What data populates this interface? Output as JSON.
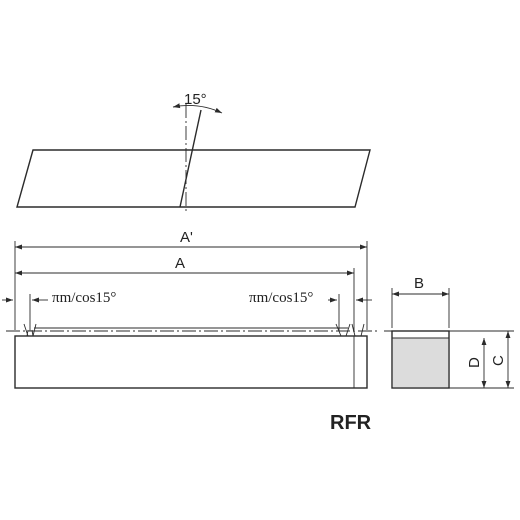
{
  "labels": {
    "angle": "15°",
    "dim_a_prime": "A'",
    "dim_a": "A",
    "pitch_left": "πm/cos15°",
    "pitch_right": "πm/cos15°",
    "dim_b": "B",
    "dim_c": "C",
    "dim_d": "D",
    "product_code": "RFR"
  },
  "colors": {
    "line": "#2b2b2b",
    "section_fill": "#dcdcdc",
    "background": "#ffffff"
  }
}
